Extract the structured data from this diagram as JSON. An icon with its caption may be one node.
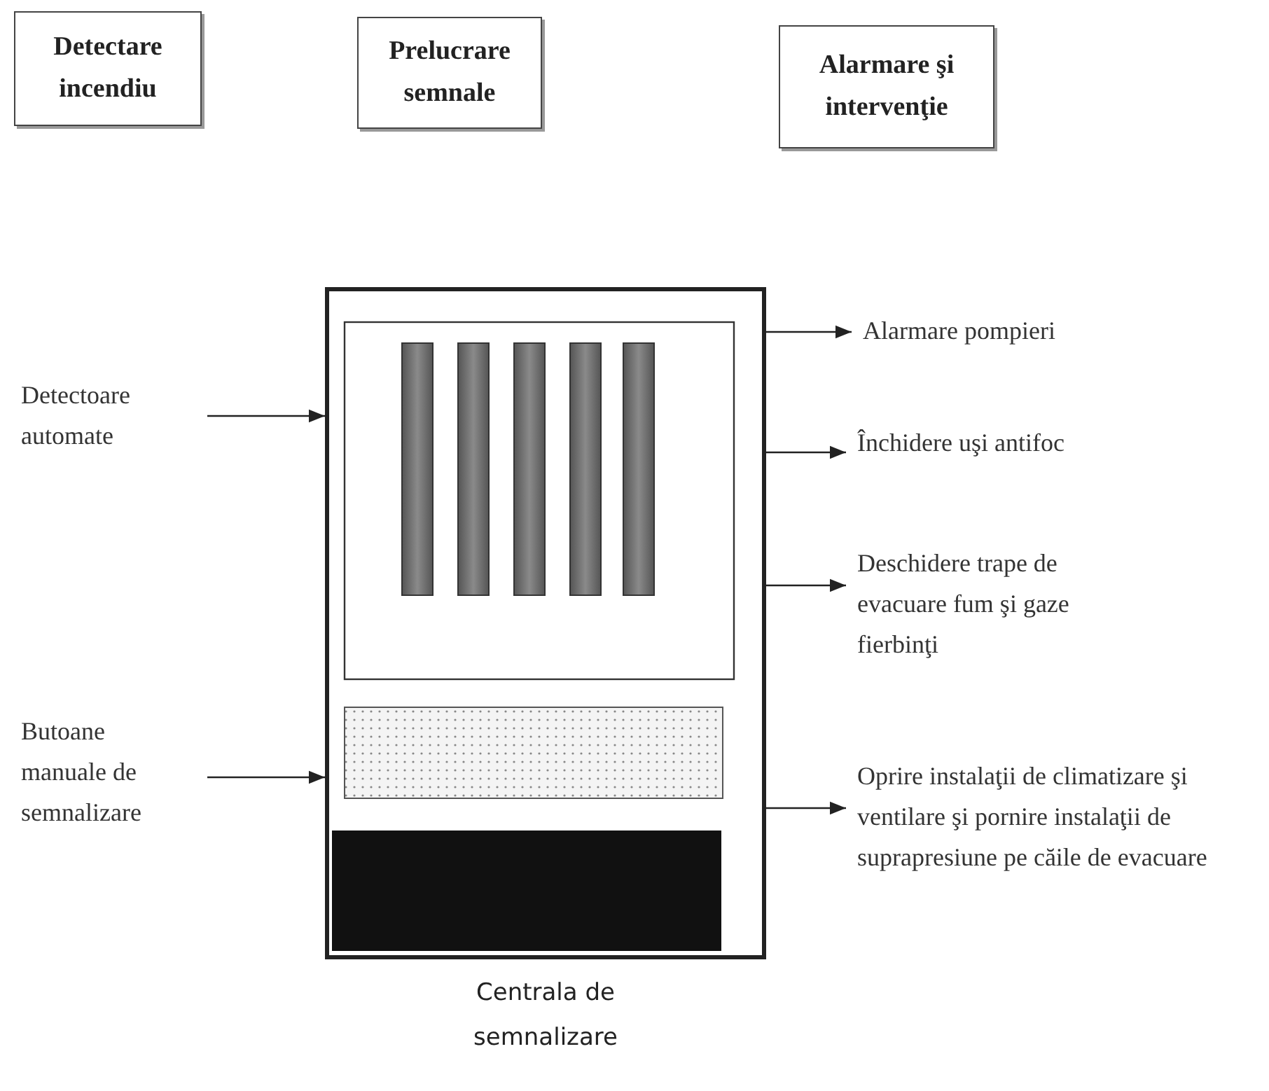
{
  "diagram": {
    "nodes": [
      {
        "text": [
          "Detectare incendiu"
        ]
      },
      {
        "text": [
          "Prelucrare semnale"
        ]
      },
      {
        "text": [
          "Alarmare şi intervenţie"
        ]
      },
      {
        "text": [],
        "shape": "box",
        "beside": [
          "Centrala de semnalizare"
        ]
      },
      {
        "text": [
          "Detectoare automate"
        ]
      },
      {
        "text": [
          "Butoane manuale de semnalizare"
        ]
      },
      {
        "text": [
          "Alarmare pompieri"
        ]
      },
      {
        "text": [
          "Închidere uşi antifoc"
        ]
      },
      {
        "text": [
          "Deschidere trape de evacuare fum şi gaze fierbinţi"
        ]
      },
      {
        "text": [
          "Oprire instalaţii de climatizare şi ventilare şi pornire instalaţii de suprapresiune pe căile de evacuare"
        ]
      }
    ],
    "edges": [
      {
        "from": 4,
        "to": 3,
        "arrow": "to"
      },
      {
        "from": 5,
        "to": 3,
        "arrow": "to"
      },
      {
        "from": 3,
        "to": 6,
        "arrow": "to"
      },
      {
        "from": 3,
        "to": 7,
        "arrow": "to"
      },
      {
        "from": 3,
        "to": 8,
        "arrow": "to"
      },
      {
        "from": 3,
        "to": 9,
        "arrow": "to"
      }
    ]
  }
}
